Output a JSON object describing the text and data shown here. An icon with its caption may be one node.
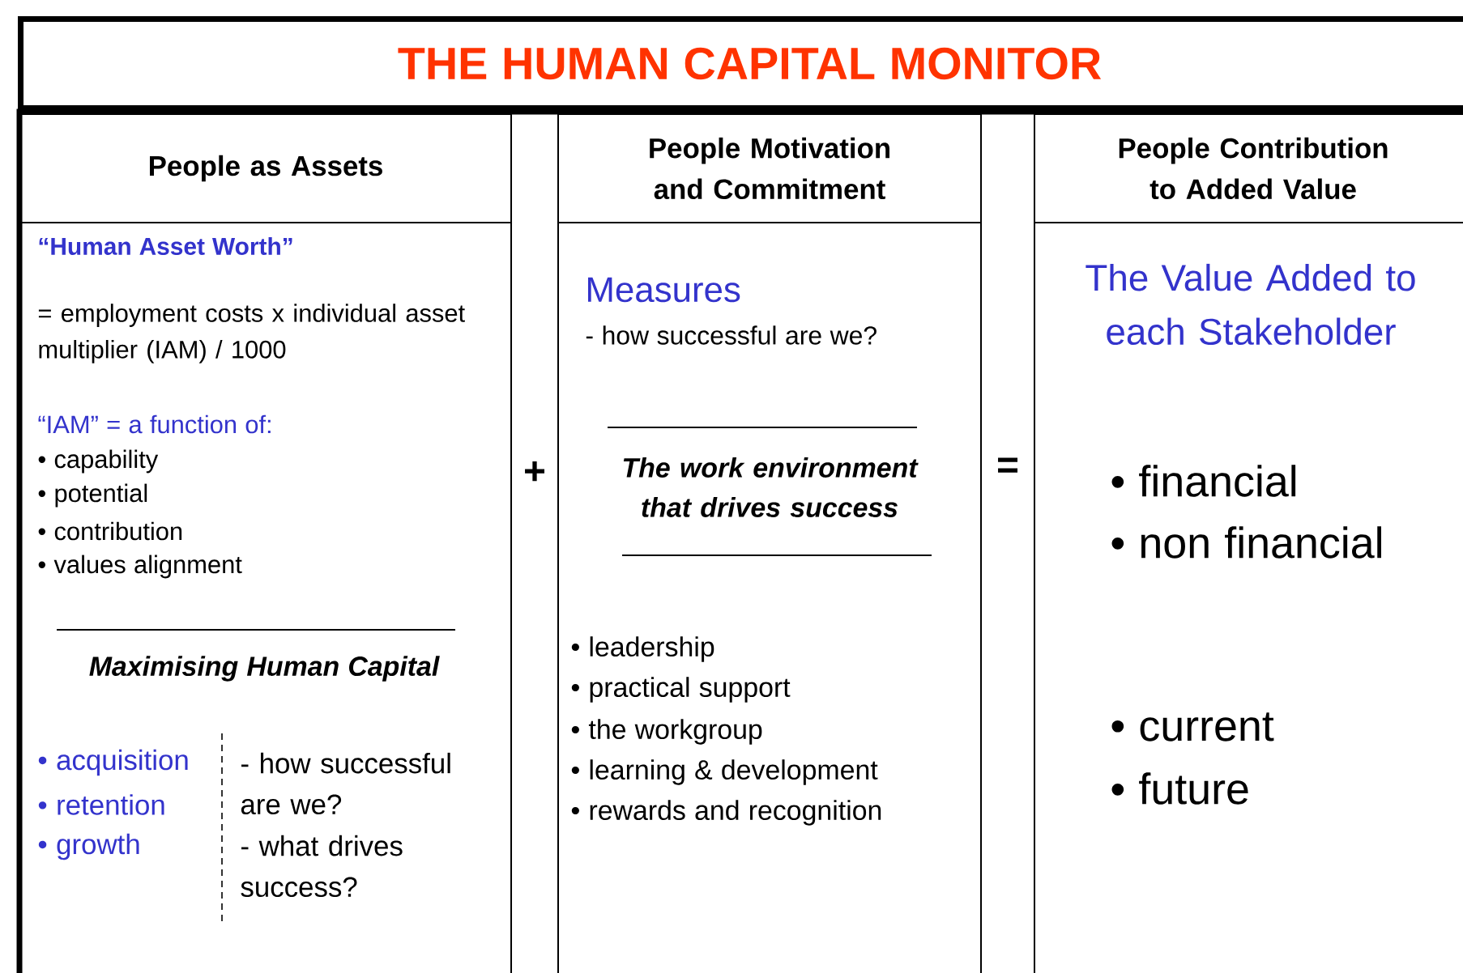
{
  "diagram": {
    "title": "THE HUMAN CAPITAL MONITOR",
    "nodes": [
      {
        "text": [
          "People as Assets"
        ]
      },
      {
        "text": [
          "“Human Asset Worth”",
          "= employment costs x individual asset multiplier (IAM) / 1000",
          "“IAM” = a function of:",
          "• capability",
          "• potential",
          "• contribution",
          "• values alignment",
          "Maximising Human Capital",
          "• acquisition",
          "• retention",
          "• growth",
          "- how successful are we?",
          "- what drives success?"
        ]
      },
      {
        "text": [
          "People Motivation and Commitment"
        ]
      },
      {
        "text": [
          "Measures",
          "- how successful are we?",
          "The work environment that drives success",
          "• leadership",
          "• practical support",
          "• the workgroup",
          "• learning & development",
          "• rewards and recognition"
        ]
      },
      {
        "text": [
          "People Contribution to Added Value"
        ]
      },
      {
        "text": [
          "The Value Added to each Stakeholder",
          "• financial",
          "• non financial",
          "• current",
          "• future"
        ]
      }
    ],
    "labels": [
      "+",
      "="
    ]
  }
}
